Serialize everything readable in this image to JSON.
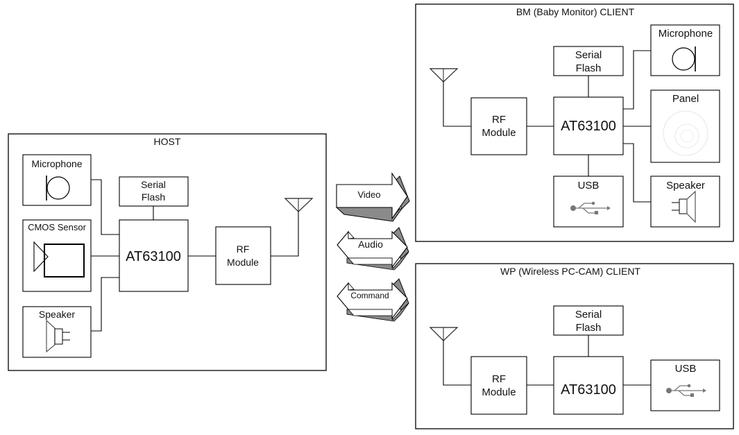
{
  "host": {
    "title": "HOST",
    "microphone": "Microphone",
    "cmos": "CMOS Sensor",
    "speaker": "Speaker",
    "flash_line1": "Serial",
    "flash_line2": "Flash",
    "chip": "AT63100",
    "rf_line1": "RF",
    "rf_line2": "Module"
  },
  "links": {
    "video": "Video",
    "audio": "Audio",
    "command": "Command"
  },
  "bm_client": {
    "title": "BM (Baby Monitor) CLIENT",
    "flash_line1": "Serial",
    "flash_line2": "Flash",
    "chip": "AT63100",
    "rf_line1": "RF",
    "rf_line2": "Module",
    "microphone": "Microphone",
    "panel": "Panel",
    "usb": "USB",
    "speaker": "Speaker"
  },
  "wp_client": {
    "title": "WP (Wireless PC-CAM) CLIENT",
    "flash_line1": "Serial",
    "flash_line2": "Flash",
    "chip": "AT63100",
    "rf_line1": "RF",
    "rf_line2": "Module",
    "usb": "USB"
  }
}
